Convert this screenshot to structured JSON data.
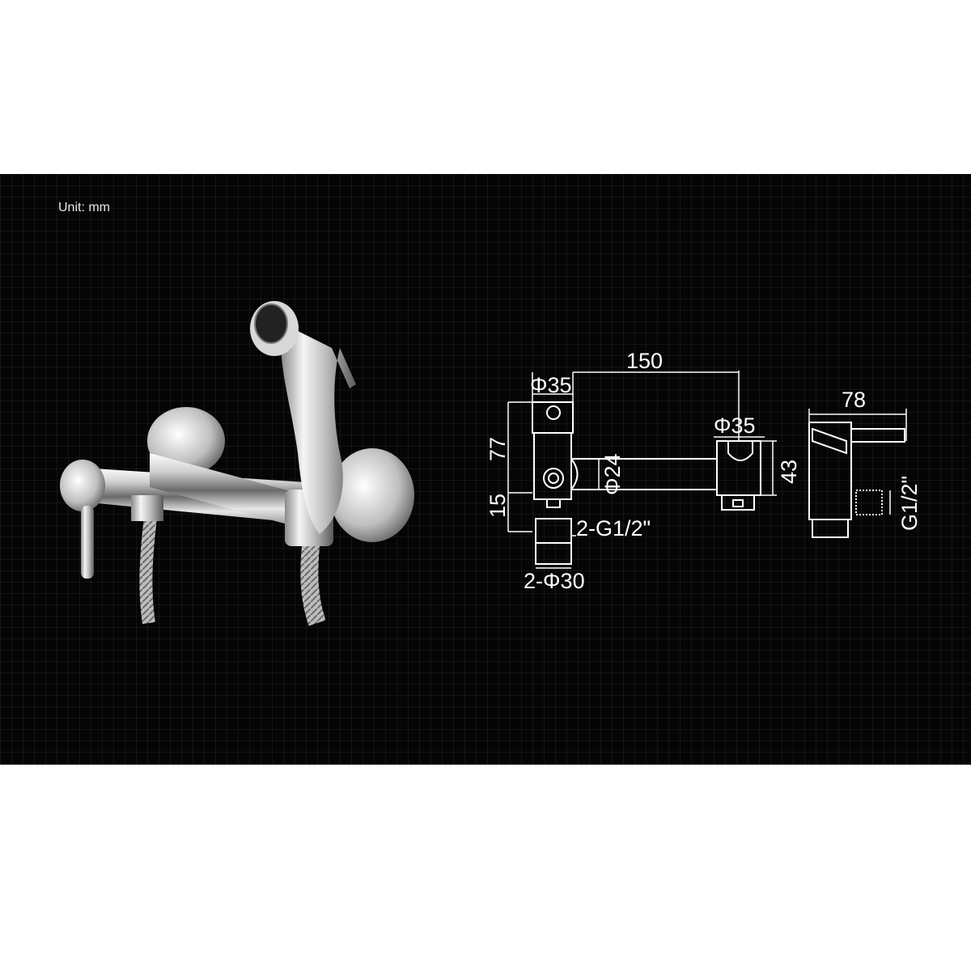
{
  "unit_label": "Unit: mm",
  "dimensions": {
    "span": "150",
    "diameter_body": "Φ35",
    "diameter_holder": "Φ35",
    "diameter_pipe": "Φ24",
    "height_body": "77",
    "height_bottom": "15",
    "height_holder": "43",
    "thread_inlets": "2-G1/2\"",
    "flange_diameter": "2-Φ30",
    "depth": "78",
    "thread_outlet": "G1/2\""
  },
  "colors": {
    "background": "#050505",
    "grid": "#1a1a1a",
    "lines": "#ffffff",
    "chrome_light": "#f2f2f2",
    "chrome_dark": "#3a3a3a"
  }
}
